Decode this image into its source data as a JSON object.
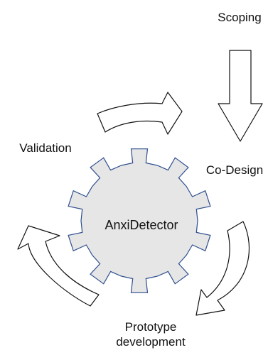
{
  "diagram": {
    "center": "AnxiDetector",
    "stages": {
      "scoping": "Scoping",
      "co_design": "Co-Design",
      "prototype_line1": "Prototype",
      "prototype_line2": "development",
      "validation": "Validation"
    },
    "colors": {
      "gear_fill": "#e6e6e6",
      "gear_stroke": "#2f4f8f",
      "arrow_fill": "#ffffff",
      "arrow_stroke": "#111111",
      "text": "#111111"
    }
  }
}
